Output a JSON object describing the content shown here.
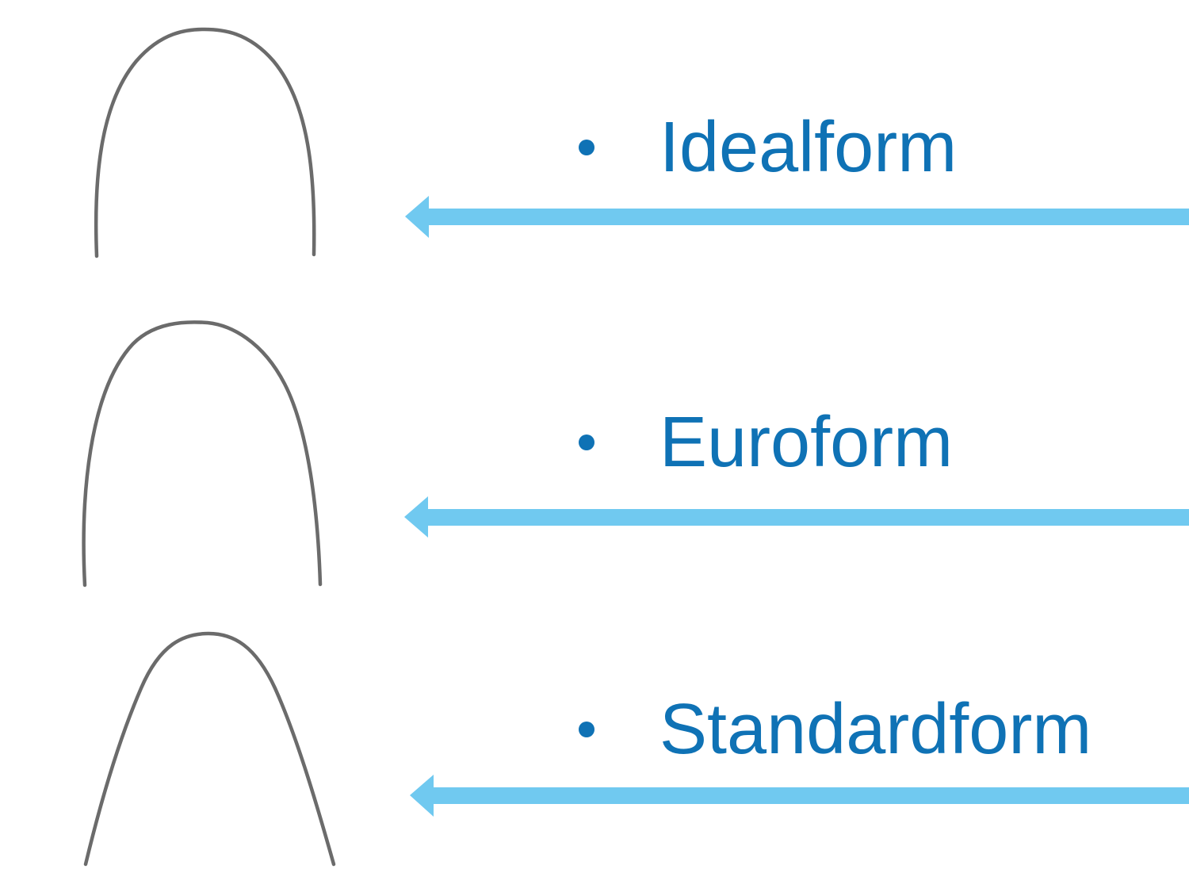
{
  "list": {
    "items": [
      {
        "label": "Idealform",
        "bullet_icon": "dot-bullet",
        "arrow_icon": "arrow-left",
        "wire_icon": "archwire-ideal-shape"
      },
      {
        "label": "Euroform",
        "bullet_icon": "dot-bullet",
        "arrow_icon": "arrow-left",
        "wire_icon": "archwire-euro-shape"
      },
      {
        "label": "Standardform",
        "bullet_icon": "dot-bullet",
        "arrow_icon": "arrow-left",
        "wire_icon": "archwire-standard-shape"
      }
    ]
  },
  "colors": {
    "label_text": "#0f72b5",
    "bullet": "#0f72b5",
    "arrow": "#70c9f0",
    "wire": "#6b6b6b",
    "background": "#ffffff"
  }
}
